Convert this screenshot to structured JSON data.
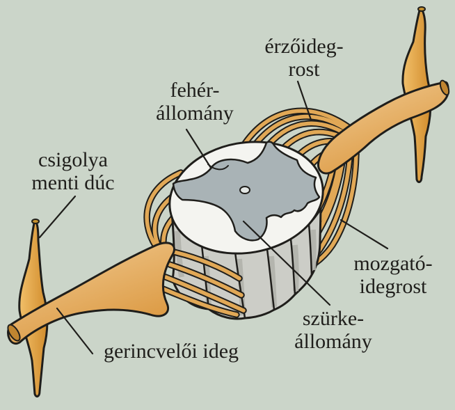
{
  "figure_labels": {
    "sensory_fiber": {
      "line1": "érzőideg-",
      "line2": "rost"
    },
    "white_matter": {
      "line1": "fehér-",
      "line2": "állomány"
    },
    "paravertebral_ganglion": {
      "line1": "csigolya",
      "line2": "menti dúc"
    },
    "motor_fiber": {
      "line1": "mozgató-",
      "line2": "idegrost"
    },
    "gray_matter": {
      "line1": "szürke-",
      "line2": "állomány"
    },
    "spinal_nerve": {
      "line1": "gerincvelői ideg"
    }
  },
  "palette": {
    "background": "#cbd5c9",
    "outline": "#1f1e1b",
    "nerve_fiber_orange": "#e1a856",
    "ganglion_orange": "#e8a73e",
    "white_matter": "#f4f4f0",
    "gray_matter": "#a9b3b6",
    "cord_side_gray": "#cccdc7",
    "label_text": "#1f1e1b"
  }
}
